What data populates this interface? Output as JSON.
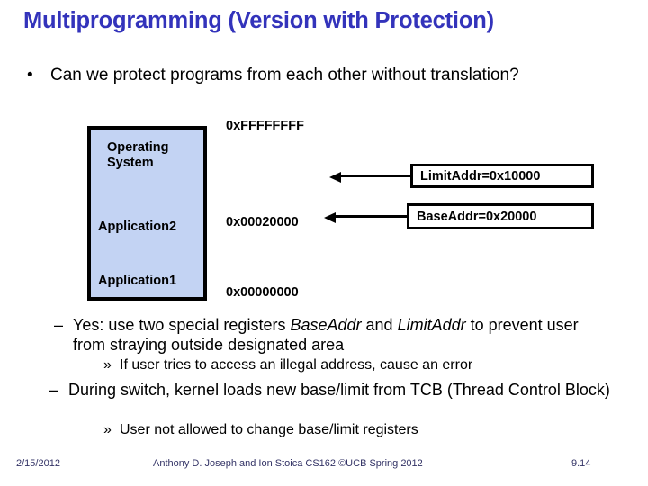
{
  "slide": {
    "title": "Multiprogramming (Version with Protection)",
    "bullet_marker": "•",
    "dash_marker": "–",
    "guillemet_marker": "»",
    "main_bullet": "Can we protect programs from each other without translation?",
    "points": {
      "yes_prefix": "Yes: use two special registers ",
      "yes_reg1": "BaseAddr",
      "yes_mid": " and ",
      "yes_reg2": "LimitAddr",
      "yes_suffix": " to prevent user from straying outside designated area",
      "illegal": "If user tries to access an illegal address, cause an error",
      "switch": "During switch, kernel loads new base/limit from TCB (Thread Control Block)",
      "user": "User not allowed to change base/limit registers"
    }
  },
  "diagram": {
    "memory_fill_color": "#c3d3f3",
    "regions": [
      {
        "label": "Operating System"
      },
      {
        "label": "Application2"
      },
      {
        "label": "Application1"
      }
    ],
    "region_os_line1": "Operating",
    "region_os_line2": "System",
    "region_app2": "Application2",
    "region_app1": "Application1",
    "addresses": {
      "top": "0xFFFFFFFF",
      "middle": "0x00020000",
      "bottom": "0x00000000"
    },
    "registers": [
      {
        "label": "LimitAddr=0x10000"
      },
      {
        "label": "BaseAddr=0x20000"
      }
    ],
    "register_limit": "LimitAddr=0x10000",
    "register_base": "BaseAddr=0x20000"
  },
  "footer": {
    "date": "2/15/2012",
    "attribution": "Anthony D. Joseph and Ion Stoica CS162 ©UCB Spring 2012",
    "page": "9.14",
    "color": "#333366"
  }
}
